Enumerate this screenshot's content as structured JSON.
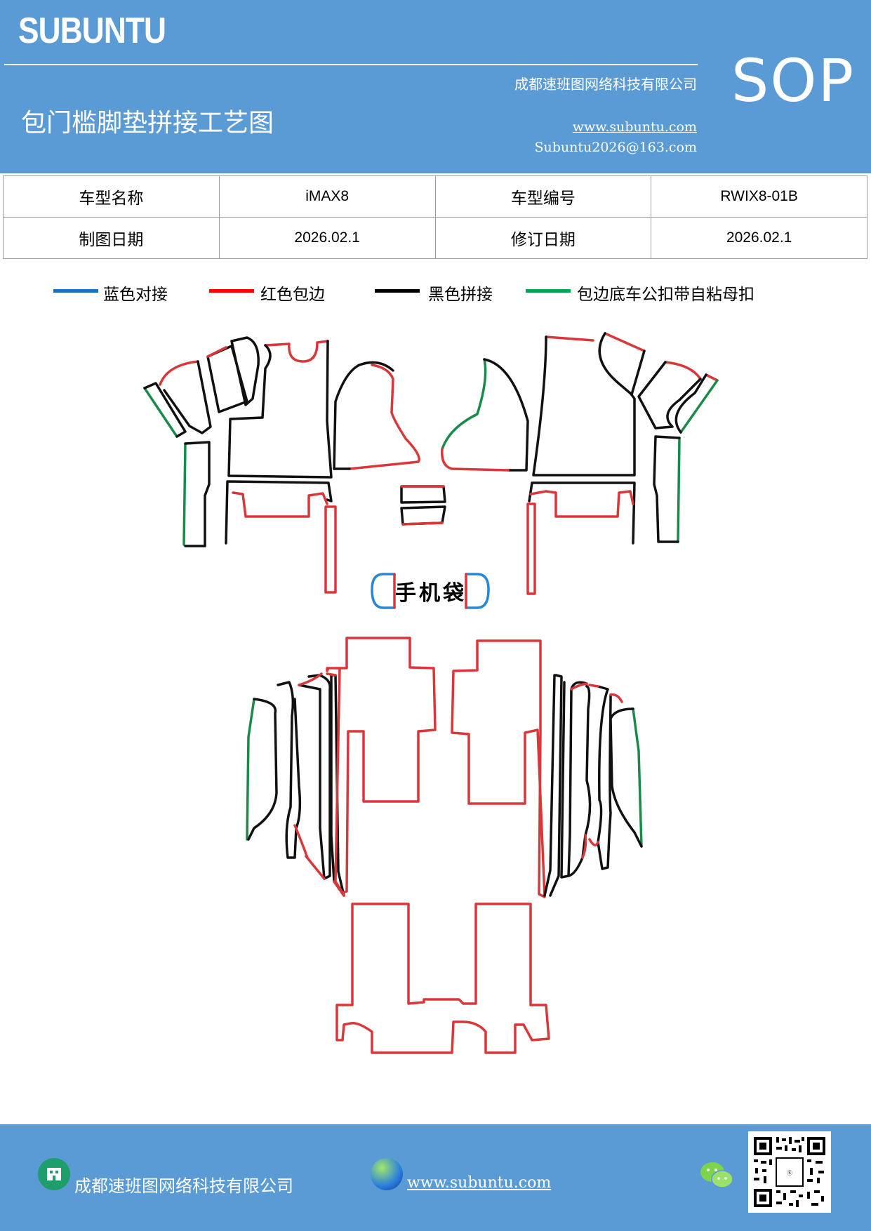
{
  "header": {
    "logo": "SUBUNTU",
    "company": "成都速班图网络科技有限公司",
    "title": "包门槛脚垫拼接工艺图",
    "website": "www.subuntu.com",
    "email": "Subuntu2026@163.com",
    "badge": "SOP"
  },
  "info_table": {
    "rows": [
      {
        "label1": "车型名称",
        "value1": "iMAX8",
        "label2": "车型编号",
        "value2": "RWIX8-01B"
      },
      {
        "label1": "制图日期",
        "value1": "2026.02.1",
        "label2": "修订日期",
        "value2": "2026.02.1"
      }
    ]
  },
  "legend": [
    {
      "label": "蓝色对接",
      "color": "#1f6fbf"
    },
    {
      "label": "红色包边",
      "color": "#ff0000"
    },
    {
      "label": "黑色拼接",
      "color": "#000000"
    },
    {
      "label": "包边底车公扣带自粘母扣",
      "color": "#00a651"
    }
  ],
  "diagram": {
    "phone_pocket_label": "手机袋",
    "colors": {
      "red": "#d9373a",
      "black": "#111111",
      "green": "#1a8a4a",
      "blue": "#2a86d6"
    }
  },
  "footer": {
    "company": "成都速班图网络科技有限公司",
    "website": "www.subuntu.com"
  }
}
